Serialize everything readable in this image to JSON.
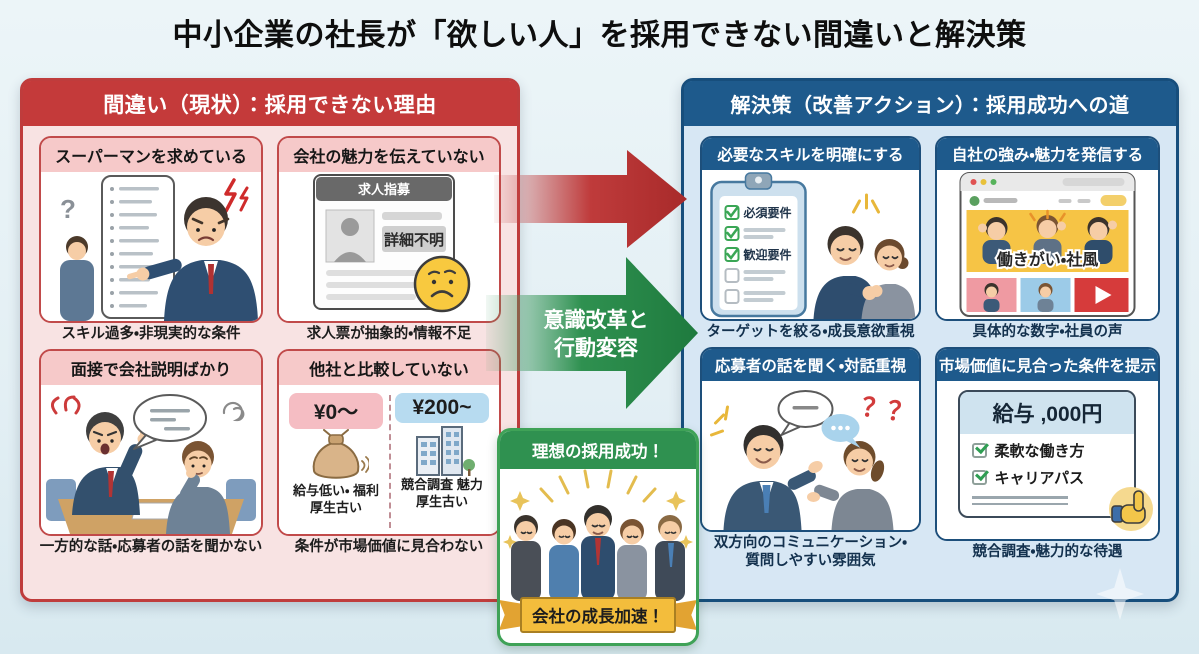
{
  "title": "中小企業の社長が「欲しい人」を採用できない間違いと解決策",
  "left_panel": {
    "header": "間違い（現状）：採用できない理由",
    "cards": [
      {
        "title": "スーパーマンを求めている",
        "caption": "スキル過多・非現実的な条件",
        "question_mark": "?"
      },
      {
        "title": "会社の魅力を伝えていない",
        "caption": "求人票が抽象的・情報不足",
        "doc_title": "求人指募",
        "doc_stamp": "詳細不明"
      },
      {
        "title": "面接で会社説明ばかり",
        "caption": "一方的な話・応募者の話を聞かない"
      },
      {
        "title": "他社と比較していない",
        "caption": "条件が市場価値に見合わない",
        "own": {
          "price": "¥0〜",
          "line1": "給与低い・",
          "line2": "福利厚生古い"
        },
        "rival": {
          "price": "¥200~",
          "line1": "競合調査",
          "line2": "魅力厚生古い"
        }
      }
    ]
  },
  "center": {
    "arrow_line1": "意識改革と",
    "arrow_line2": "行動変容",
    "goal": {
      "header": "理想の採用成功！",
      "banner": "会社の成長加速！"
    }
  },
  "right_panel": {
    "header": "解決策（改善アクション）：採用成功への道",
    "cards": [
      {
        "title": "必要なスキルを明確にする",
        "caption": "ターゲットを絞る・成長意欲重視",
        "check1": "必須要件",
        "check2": "歓迎要件"
      },
      {
        "title": "自社の強み・魅力を発信する",
        "caption": "具体的な数字・社員の声",
        "hero": "働きがい・社風"
      },
      {
        "title": "応募者の話を聞く・対話重視",
        "caption_line1": "双方向のコミュニケーション・",
        "caption_line2": "質問しやすい雰囲気",
        "question": "？？"
      },
      {
        "title": "市場価値に見合った条件を提示",
        "caption": "競合調査・魅力的な待遇",
        "salary": "給与 ,000円",
        "check1": "柔軟な働き方",
        "check2": "キャリアパス"
      }
    ]
  },
  "colors": {
    "mistake_red": "#c43a3a",
    "solution_blue": "#1e5a8c",
    "action_green": "#2f9150",
    "accent_gold": "#f3bd3c"
  }
}
